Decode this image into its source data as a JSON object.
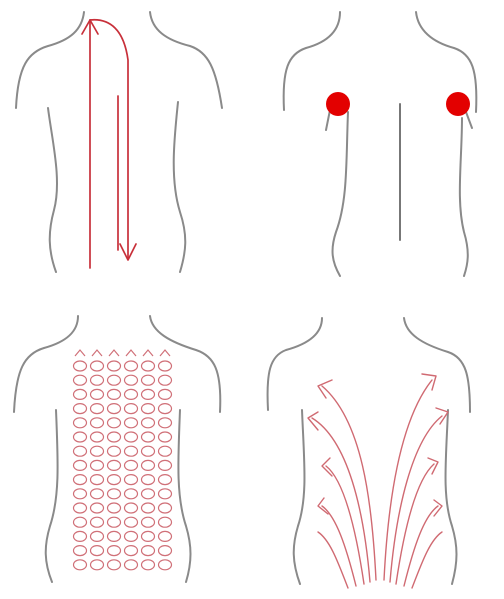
{
  "panels": [
    {
      "id": "stroke-technique"
    },
    {
      "id": "pressure-points",
      "marker_color": "#e30000"
    },
    {
      "id": "circular-kneading"
    },
    {
      "id": "fan-stroke"
    }
  ],
  "colors": {
    "outline": "#8a8a8a",
    "stroke": "#c8303a",
    "point": "#e30000"
  }
}
